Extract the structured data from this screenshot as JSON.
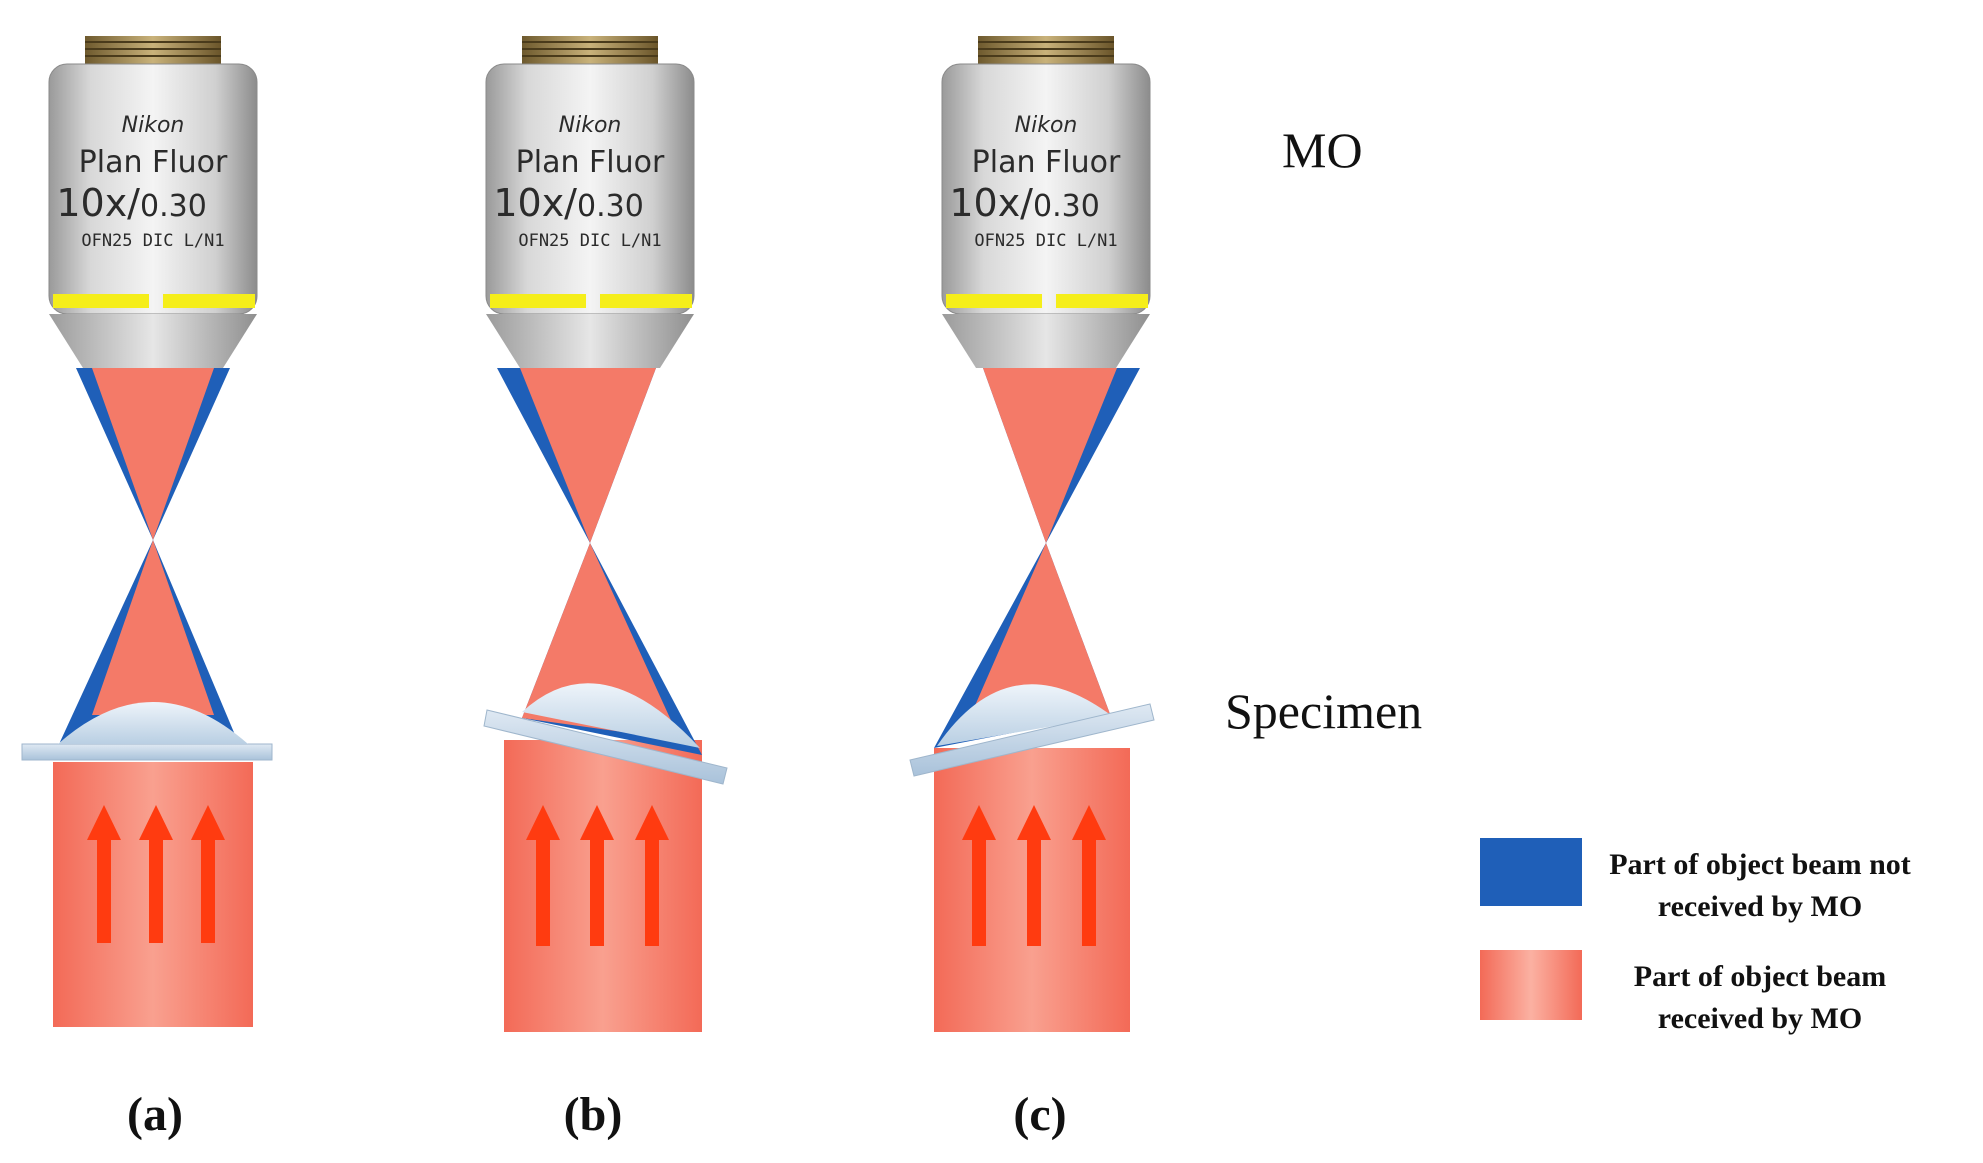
{
  "objective": {
    "brand": "Nikon",
    "line1": "Plan Fluor",
    "magnification": "10x/",
    "aperture": "0.30",
    "specs": "OFN25  DIC  L/N1"
  },
  "labels": {
    "mo": "MO",
    "specimen": "Specimen"
  },
  "panels": [
    {
      "id": "a",
      "label": "(a)"
    },
    {
      "id": "b",
      "label": "(b)"
    },
    {
      "id": "c",
      "label": "(c)"
    }
  ],
  "legend": [
    {
      "line1": "Part of object beam not",
      "line2": "received by MO",
      "color": "#1f5fb8"
    },
    {
      "line1": "Part of object beam",
      "line2": "received by MO",
      "color": "#f47a68"
    }
  ],
  "colors": {
    "blue_beam": "#1f5fb8",
    "red_beam": "#f47a68",
    "arrow": "#ff3b10",
    "lens_body": "#c9c9c9",
    "yellow_band": "#f5ee1a",
    "specimen_glass": "#bfd3e6"
  }
}
